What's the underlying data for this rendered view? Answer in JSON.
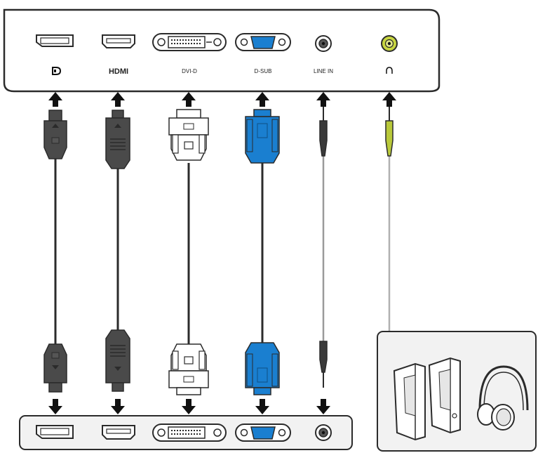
{
  "monitor_panel": {
    "ports": [
      {
        "id": "displayport",
        "label": "",
        "icon": "displayport-logo-icon"
      },
      {
        "id": "hdmi",
        "label": "HDMI"
      },
      {
        "id": "dvi-d",
        "label": "DVI-D"
      },
      {
        "id": "d-sub",
        "label": "D-SUB"
      },
      {
        "id": "line-in",
        "label": "LINE IN"
      },
      {
        "id": "headphone",
        "label": "",
        "icon": "headphone-glyph-icon"
      }
    ]
  },
  "cables": [
    {
      "id": "displayport-cable",
      "color": "#4a4a4a"
    },
    {
      "id": "hdmi-cable",
      "color": "#4a4a4a"
    },
    {
      "id": "dvi-cable",
      "color": "#ffffff"
    },
    {
      "id": "vga-cable",
      "color": "#1a7fd0"
    },
    {
      "id": "audio-cable",
      "color": "#3a3a3a"
    },
    {
      "id": "headphone-cable",
      "color": "#b9c93a"
    }
  ],
  "devices": [
    "pc-panel",
    "speakers-icon",
    "headphones-icon"
  ],
  "colors": {
    "outline": "#2b2b2b",
    "panel_fill": "#f2f2f2",
    "vga_blue": "#1a7fd0",
    "jack_green": "#c8d640",
    "dark_plug": "#4a4a4a"
  }
}
